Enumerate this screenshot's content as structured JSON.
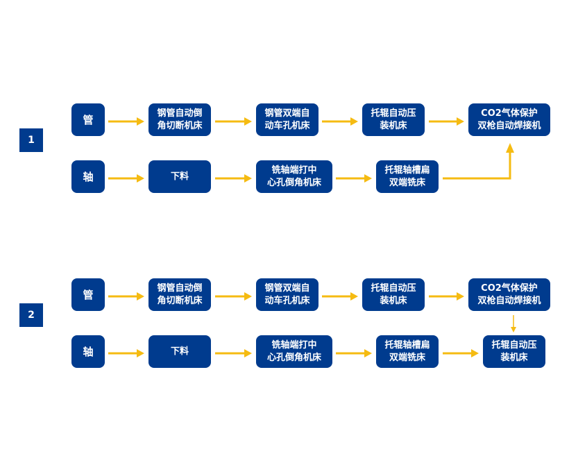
{
  "colors": {
    "box": "#003b8e",
    "arrow": "#f5bb12",
    "text": "#ffffff"
  },
  "diagrams": [
    {
      "number": "1",
      "tube_row": {
        "start": "管",
        "steps": [
          [
            "钢管自动倒",
            "角切断机床"
          ],
          [
            "钢管双端自",
            "动车孔机床"
          ],
          [
            "托辊自动压",
            "装机床"
          ],
          [
            "CO2气体保护",
            "双枪自动焊接机"
          ]
        ]
      },
      "shaft_row": {
        "start": "轴",
        "steps": [
          [
            "下料"
          ],
          [
            "铣轴端打中",
            "心孔倒角机床"
          ],
          [
            "托辊轴槽扁",
            "双端铣床"
          ]
        ]
      }
    },
    {
      "number": "2",
      "tube_row": {
        "start": "管",
        "steps": [
          [
            "钢管自动倒",
            "角切断机床"
          ],
          [
            "钢管双端自",
            "动车孔机床"
          ],
          [
            "托辊自动压",
            "装机床"
          ],
          [
            "CO2气体保护",
            "双枪自动焊接机"
          ]
        ]
      },
      "shaft_row": {
        "start": "轴",
        "steps": [
          [
            "下料"
          ],
          [
            "铣轴端打中",
            "心孔倒角机床"
          ],
          [
            "托辊轴槽扁",
            "双端铣床"
          ],
          [
            "托辊自动压",
            "装机床"
          ]
        ]
      }
    }
  ]
}
